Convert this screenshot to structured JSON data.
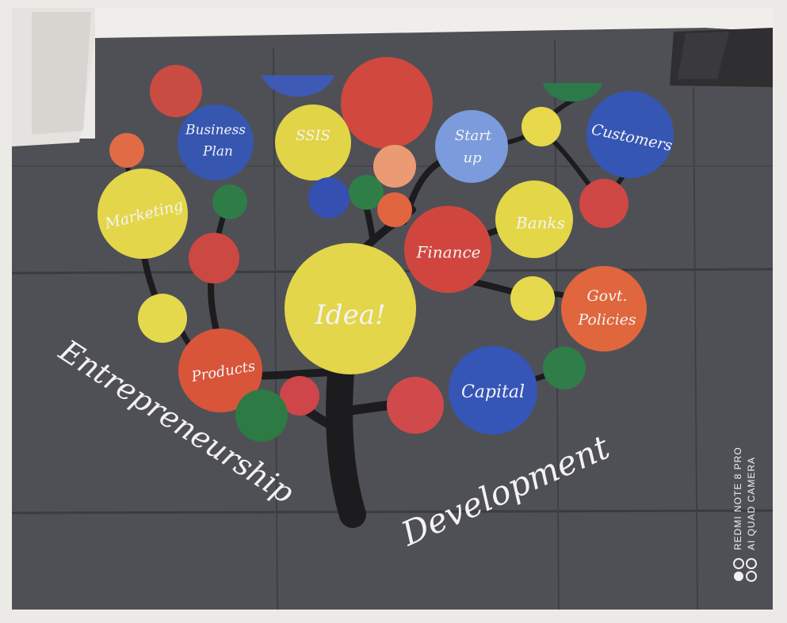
{
  "rangoli": {
    "labels": {
      "business_plan": [
        "Business",
        "Plan"
      ],
      "ssis": "SSIS",
      "start_up": [
        "Start",
        "up"
      ],
      "customers": "Customers",
      "marketing": "Marketing",
      "banks": "Banks",
      "finance": "Finance",
      "idea": "Idea!",
      "govt_policies": [
        "Govt.",
        "Policies"
      ],
      "products": "Products",
      "capital": "Capital"
    },
    "chalk_text": {
      "left": "Entrepreneurship",
      "right": "Development"
    },
    "colors": {
      "floor": "#4e4f54",
      "trunk": "#1c1c1e",
      "yellow": "#e3d64a",
      "red": "#cf4a47",
      "blue": "#3b59b4",
      "orange": "#e06a3c",
      "green": "#2f7a43",
      "peach": "#e99a72",
      "lightblue": "#7f9ddc"
    }
  },
  "camera_watermark": {
    "line1": "REDMI NOTE 8 PRO",
    "line2": "AI QUAD CAMERA"
  }
}
